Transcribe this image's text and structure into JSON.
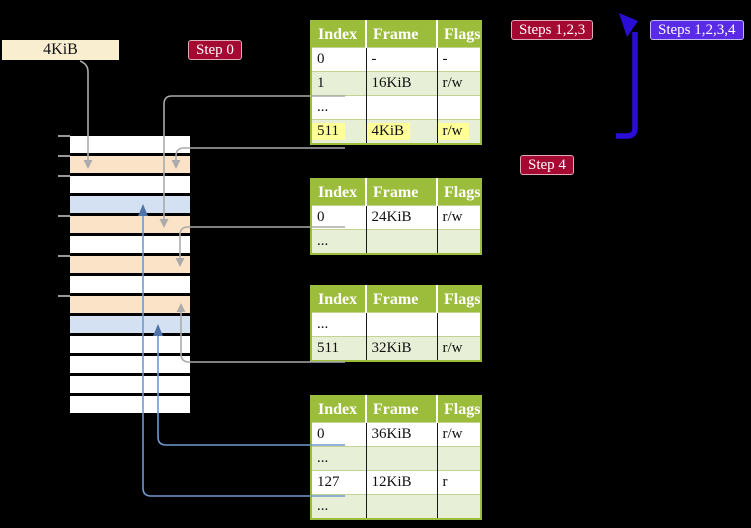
{
  "label_4kib": "4KiB",
  "badges": {
    "step0": "Step 0",
    "steps123": "Steps 1,2,3",
    "steps1234": "Steps 1,2,3,4",
    "step4": "Step 4"
  },
  "page_tables": [
    {
      "id": "table-1",
      "headers": [
        "Index",
        "Frame",
        "Flags"
      ],
      "rows": [
        {
          "cells": [
            "0",
            "-",
            "-"
          ],
          "tint": false,
          "highlight": false
        },
        {
          "cells": [
            "1",
            "16KiB",
            "r/w"
          ],
          "tint": true,
          "highlight": false
        },
        {
          "cells": [
            "...",
            "",
            ""
          ],
          "tint": false,
          "highlight": false
        },
        {
          "cells": [
            "511",
            "4KiB",
            "r/w"
          ],
          "tint": true,
          "highlight": true
        }
      ]
    },
    {
      "id": "table-2",
      "headers": [
        "Index",
        "Frame",
        "Flags"
      ],
      "rows": [
        {
          "cells": [
            "0",
            "24KiB",
            "r/w"
          ],
          "tint": false,
          "highlight": false
        },
        {
          "cells": [
            "...",
            "",
            ""
          ],
          "tint": true,
          "highlight": false
        }
      ]
    },
    {
      "id": "table-3",
      "headers": [
        "Index",
        "Frame",
        "Flags"
      ],
      "rows": [
        {
          "cells": [
            "...",
            "",
            ""
          ],
          "tint": false,
          "highlight": false
        },
        {
          "cells": [
            "511",
            "32KiB",
            "r/w"
          ],
          "tint": true,
          "highlight": false
        }
      ]
    },
    {
      "id": "table-4",
      "headers": [
        "Index",
        "Frame",
        "Flags"
      ],
      "rows": [
        {
          "cells": [
            "0",
            "36KiB",
            "r/w"
          ],
          "tint": false,
          "highlight": false
        },
        {
          "cells": [
            "...",
            "",
            ""
          ],
          "tint": true,
          "highlight": false
        },
        {
          "cells": [
            "127",
            "12KiB",
            "r"
          ],
          "tint": false,
          "highlight": false
        },
        {
          "cells": [
            "...",
            "",
            ""
          ],
          "tint": true,
          "highlight": false
        }
      ]
    }
  ],
  "memory": {
    "rows": [
      "white",
      "orange",
      "white",
      "blue",
      "orange",
      "white",
      "orange",
      "white",
      "orange",
      "blue",
      "white",
      "white",
      "white",
      "white"
    ]
  },
  "connections": [
    {
      "from": "label-4kib",
      "to": "memory-row-2",
      "color": "gray"
    },
    {
      "from": "table-1-frame-16KiB",
      "to": "memory-row-5",
      "color": "gray"
    },
    {
      "from": "table-1-frame-4KiB",
      "to": "memory-row-2",
      "color": "gray"
    },
    {
      "from": "table-2-frame-24KiB",
      "to": "memory-row-7",
      "color": "gray"
    },
    {
      "from": "table-3-frame-32KiB",
      "to": "memory-row-9",
      "color": "gray"
    },
    {
      "from": "table-4-frame-36KiB",
      "to": "memory-row-10",
      "color": "blue"
    },
    {
      "from": "table-4-frame-12KiB",
      "to": "memory-row-4",
      "color": "blue"
    },
    {
      "from": "table-1-row-511",
      "to": "top",
      "color": "big-blue-arrow"
    }
  ],
  "colors": {
    "background": "#000000",
    "table_header_green": "#9cbd3b",
    "table_row_tint": "#e7efd7",
    "highlight_yellow": "#ffff99",
    "memory_orange": "#fbe3c7",
    "memory_blue": "#d3e1f3",
    "badge_red": "#a30931",
    "badge_blue": "#5a2be6",
    "label_cream": "#faeed0",
    "connector_gray": "#ababab",
    "connector_blue": "#6f99cf",
    "connector_blue_head": "#4f75a8",
    "big_arrow_blue": "#2a0ed8"
  }
}
